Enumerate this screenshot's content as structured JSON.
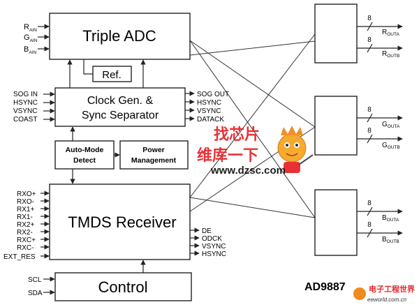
{
  "blocks": {
    "triple_adc": "Triple ADC",
    "ref": "Ref.",
    "clock_gen_line1": "Clock Gen. &",
    "clock_gen_line2": "Sync Separator",
    "auto_mode_line1": "Auto-Mode",
    "auto_mode_line2": "Detect",
    "power_line1": "Power",
    "power_line2": "Management",
    "tmds": "TMDS  Receiver",
    "control": "Control"
  },
  "adc_inputs": [
    {
      "main": "R",
      "sub": "AIN"
    },
    {
      "main": "G",
      "sub": "AIN"
    },
    {
      "main": "B",
      "sub": "AIN"
    }
  ],
  "clock_inputs": [
    "SOG IN",
    "HSYNC",
    "VSYNC",
    "COAST"
  ],
  "clock_outputs": [
    "SOG OUT",
    "HSYNC",
    "VSYNC",
    "DATACK"
  ],
  "tmds_inputs": [
    "RXO+",
    "RXO-",
    "RX1+",
    "RX1-",
    "RX2+",
    "RX2-",
    "RXC+",
    "RXC-",
    "EXT_RES"
  ],
  "tmds_outputs": [
    "DE",
    "ODCK",
    "VSYNC",
    "HSYNC"
  ],
  "control_inputs": [
    "SCL",
    "SDA"
  ],
  "bus_width": "8",
  "outputs": [
    {
      "main": "R",
      "sub": "OUTA"
    },
    {
      "main": "R",
      "sub": "OUTB"
    },
    {
      "main": "G",
      "sub": "OUTA"
    },
    {
      "main": "G",
      "sub": "OUTB"
    },
    {
      "main": "B",
      "sub": "OUTA"
    },
    {
      "main": "B",
      "sub": "OUTB"
    }
  ],
  "part_number": "AD9887",
  "watermark": {
    "logo_text": "找芯片",
    "cn_text": "维库一下",
    "url": "www.dzsc.com",
    "badge_text": "电子工程世界",
    "badge_url": "eeworld.com.cn"
  },
  "colors": {
    "line": "#222222",
    "watermark_red": "#e8262b",
    "badge_orange": "#f08a1c"
  }
}
